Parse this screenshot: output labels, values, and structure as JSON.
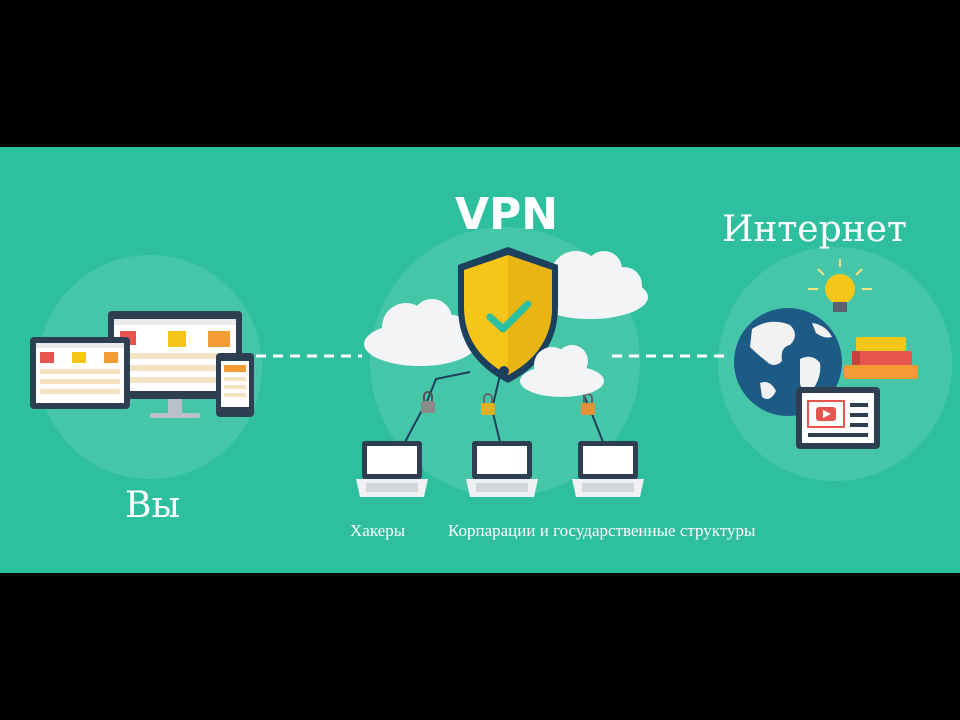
{
  "title": "VPN",
  "labels": {
    "you": "Вы",
    "internet": "Интернет",
    "hackers": "Хакеры",
    "corporations": "Корпарации и государственные структуры"
  },
  "colors": {
    "background": "#2dbf9e",
    "shield": "#f5c518",
    "shield_border": "#1d3f5e",
    "check": "#2dbf9e",
    "globe_ocean": "#1e5a86",
    "globe_land": "#f2f2f2",
    "cloud": "#f2f4f5",
    "device_dark": "#2e3f52"
  },
  "icons": [
    "monitor-icon",
    "tablet-icon",
    "phone-icon",
    "shield-check-icon",
    "cloud-icon",
    "laptop-icon",
    "lock-icon",
    "globe-icon",
    "lightbulb-icon",
    "books-icon",
    "video-player-icon"
  ]
}
